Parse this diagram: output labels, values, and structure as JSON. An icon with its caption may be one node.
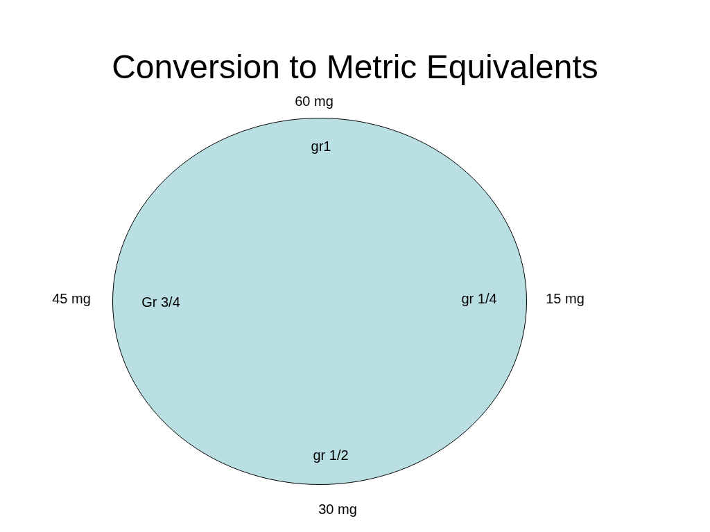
{
  "diagram": {
    "title": "Conversion to Metric Equivalents",
    "nodes": [
      {
        "text": [
          "gr1",
          "Gr 3/4",
          "gr 1/4",
          "gr 1/2"
        ],
        "beside": [
          "60 mg",
          "45 mg",
          "15 mg",
          "30 mg"
        ]
      }
    ]
  }
}
